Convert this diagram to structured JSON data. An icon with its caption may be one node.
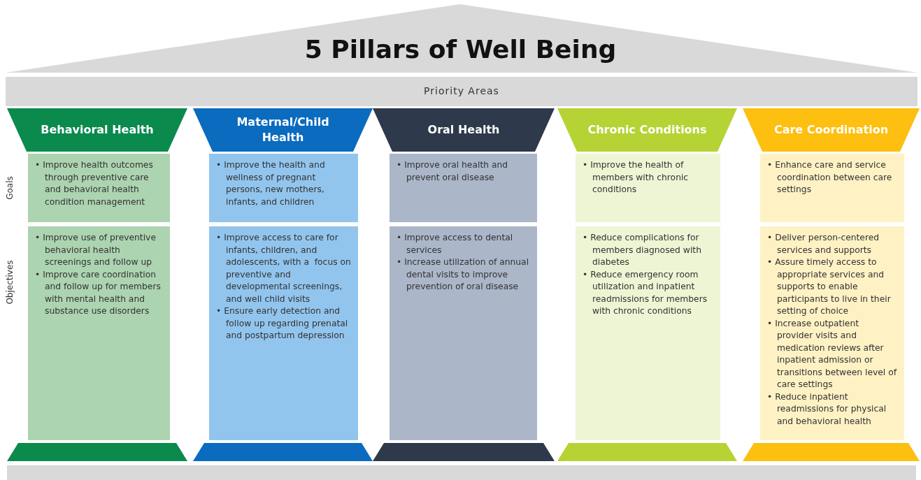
{
  "diagram": {
    "title": "5 Pillars of Well Being",
    "nodes": [
      {
        "text": [
          "Priority Areas"
        ]
      },
      {
        "text": [
          "Behavioral Health"
        ]
      },
      {
        "text": [
          "• Improve health outcomes through preventive care and behavioral health condition management"
        ]
      },
      {
        "text": [
          "• Improve use of preventive behavioral health screenings and follow up",
          "• Improve care coordination and follow up for members with mental health and substance use disorders"
        ]
      },
      {
        "text": [
          "Maternal/Child Health"
        ]
      },
      {
        "text": [
          "• Improve the health and wellness of pregnant persons, new mothers, infants, and children"
        ]
      },
      {
        "text": [
          "• Improve access to care for infants, children, and adolescents, with a  focus on preventive and developmental screenings, and well child visits",
          "• Ensure early detection and follow up regarding prenatal and postpartum depression"
        ]
      },
      {
        "text": [
          "Oral Health"
        ]
      },
      {
        "text": [
          "• Improve oral health and prevent oral disease"
        ]
      },
      {
        "text": [
          "• Improve access to dental services",
          "• Increase utilization of annual dental visits to improve prevention of oral disease"
        ]
      },
      {
        "text": [
          "Chronic Conditions"
        ]
      },
      {
        "text": [
          "• Improve the health of members with chronic conditions"
        ]
      },
      {
        "text": [
          "• Reduce complications for members diagnosed with diabetes",
          "• Reduce emergency room utilization and inpatient readmissions for members with chronic conditions"
        ]
      },
      {
        "text": [
          "Care Coordination"
        ]
      },
      {
        "text": [
          "• Enhance care and service coordination between care settings"
        ]
      },
      {
        "text": [
          "• Deliver person-centered services and supports",
          "• Assure timely access to appropriate services and supports to enable participants to live in their setting of choice",
          "• Increase outpatient provider visits and medication reviews after inpatient admission or transitions between level of care settings",
          "• Reduce inpatient readmissions for physical and behavioral health"
        ]
      },
      {
        "text": [],
        "shape": "box"
      },
      {
        "text": [],
        "shape": "box"
      },
      {
        "text": [],
        "shape": "box"
      },
      {
        "text": [],
        "shape": "box"
      },
      {
        "text": [],
        "shape": "box"
      },
      {
        "text": [],
        "shape": "bar"
      }
    ],
    "labels": [
      "Goals",
      "Objectives"
    ]
  }
}
